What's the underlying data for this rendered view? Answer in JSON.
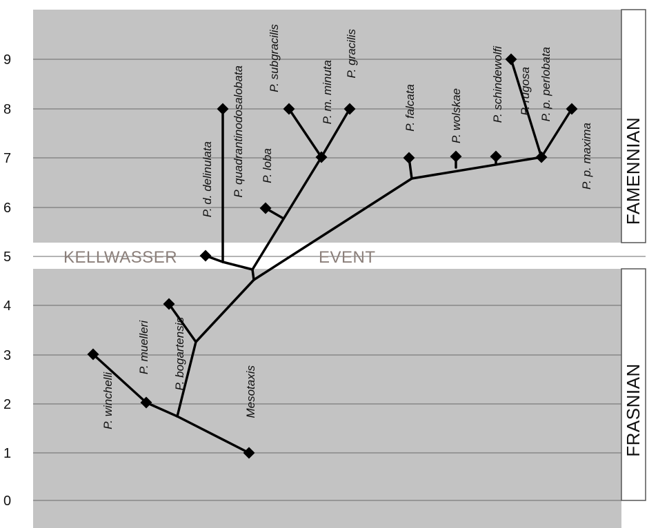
{
  "y_axis": {
    "ticks": [
      "0",
      "1",
      "2",
      "3",
      "4",
      "5",
      "6",
      "7",
      "8",
      "9"
    ]
  },
  "stages": {
    "upper": "FAMENNIAN",
    "lower": "FRASNIAN"
  },
  "event_band": {
    "left_text": "KELLWASSER",
    "right_text": "EVENT"
  },
  "colors": {
    "panel": "#c3c3c3",
    "band": "#ffffff",
    "event_text": "#8b7f7a",
    "branch": "#000000"
  },
  "taxa": [
    {
      "label": "P. winchelli",
      "level": 3
    },
    {
      "label": "P. muelleri",
      "level": 2
    },
    {
      "label": "P. bogartensis",
      "level": 4
    },
    {
      "label": "Mesotaxis",
      "level": 1
    },
    {
      "label": "P. d. delinulata",
      "level": 5
    },
    {
      "label": "P. quadrantinodosalobata",
      "level": 8
    },
    {
      "label": "P. loba",
      "level": 6
    },
    {
      "label": "P. subgracilis",
      "level": 8
    },
    {
      "label": "P. m. minuta",
      "level": 7
    },
    {
      "label": "P. gracilis",
      "level": 8
    },
    {
      "label": "P. falcata",
      "level": 7
    },
    {
      "label": "P. wolskae",
      "level": 7
    },
    {
      "label": "P. schindewolfi",
      "level": 7
    },
    {
      "label": "P. rugosa",
      "level": 9
    },
    {
      "label": "P. p. perlobata",
      "level": 7
    },
    {
      "label": "P. p. maxima",
      "level": 8
    }
  ]
}
